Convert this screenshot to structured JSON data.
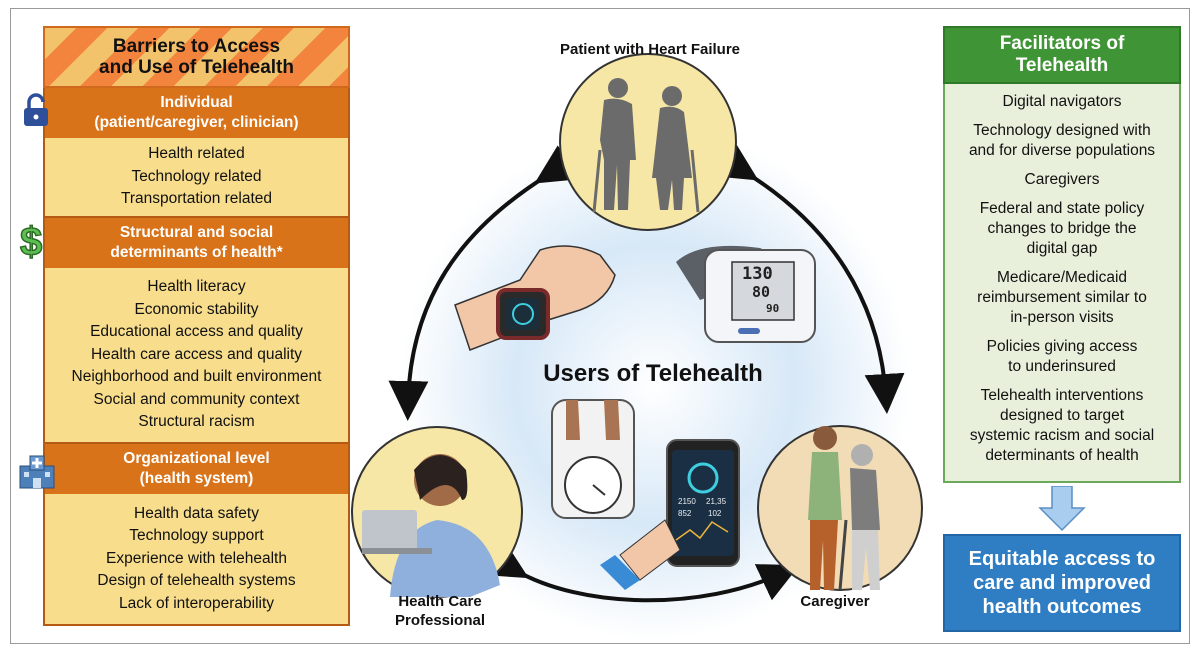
{
  "barriers": {
    "title": "Barriers to Access\nand Use of Telehealth",
    "sections": [
      {
        "heading": "Individual\n(patient/caregiver, clinician)",
        "icon": "padlock-icon",
        "items": [
          "Health related",
          "Technology related",
          "Transportation related"
        ]
      },
      {
        "heading": "Structural and social\ndeterminants of health*",
        "icon": "dollar-sign-icon",
        "items": [
          "Health literacy",
          "Economic stability",
          "Educational access and quality",
          "Health care access and quality",
          "Neighborhood and built environment",
          "Social and community context",
          "Structural racism"
        ]
      },
      {
        "heading": "Organizational level\n(health system)",
        "icon": "hospital-icon",
        "items": [
          "Health data safety",
          "Technology support",
          "Experience with telehealth",
          "Design of telehealth systems",
          "Lack of interoperability"
        ]
      }
    ]
  },
  "center": {
    "title": "Users of Telehealth",
    "patient_label": "Patient with Heart Failure",
    "professional_label": "Health Care\nProfessional",
    "caregiver_label": "Caregiver",
    "bp_readings": [
      "130",
      "80",
      "90"
    ],
    "phone_stats": [
      "2150",
      "21,35",
      "852",
      "102"
    ]
  },
  "facilitators": {
    "title": "Facilitators of\nTelehealth",
    "items": [
      "Digital navigators",
      "Technology designed with\nand for diverse populations",
      "Caregivers",
      "Federal and state policy\nchanges to bridge the\ndigital gap",
      "Medicare/Medicaid\nreimbursement similar to\nin-person visits",
      "Policies giving access\nto underinsured",
      "Telehealth interventions\ndesigned to target\nsystemic racism and social\ndeterminants of health"
    ]
  },
  "outcome": {
    "text": "Equitable access to\ncare and improved\nhealth outcomes"
  },
  "colors": {
    "barrier_header": "#d9731a",
    "barrier_body": "#f7dd8c",
    "facilitator_header": "#3f9435",
    "facilitator_body": "#e8f0dc",
    "outcome": "#2f7ec4",
    "circle_fill": "#f6e7a6"
  }
}
